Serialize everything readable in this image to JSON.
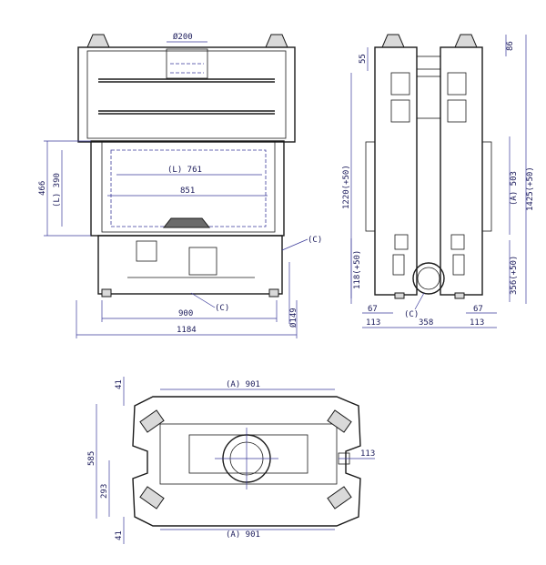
{
  "front": {
    "flue_diameter": "Ø200",
    "inner_width_label": "(L) 761",
    "glass_width": "851",
    "body_width": "900",
    "overall_width": "1184",
    "height_total": "466",
    "inner_height": "(L) 390",
    "callout_c1": "(C)",
    "callout_c2": "(C)",
    "foot_diameter": "Ø149"
  },
  "side": {
    "top_offset": "55",
    "top_right": "86",
    "height_main": "1220(+50)",
    "height_a": "(A) 503",
    "height_total": "1425(+50)",
    "base_left": "118(+50)",
    "base_right": "356(+50)",
    "dim_67_left": "67",
    "dim_67_right": "67",
    "dim_113_left": "113",
    "dim_113_right": "113",
    "dim_358": "358",
    "callout_c": "(C)"
  },
  "plan": {
    "width_top": "(A) 901",
    "width_bottom": "(A) 901",
    "depth_total": "585",
    "depth_half": "293",
    "top_41": "41",
    "bottom_41": "41",
    "side_113": "113"
  }
}
